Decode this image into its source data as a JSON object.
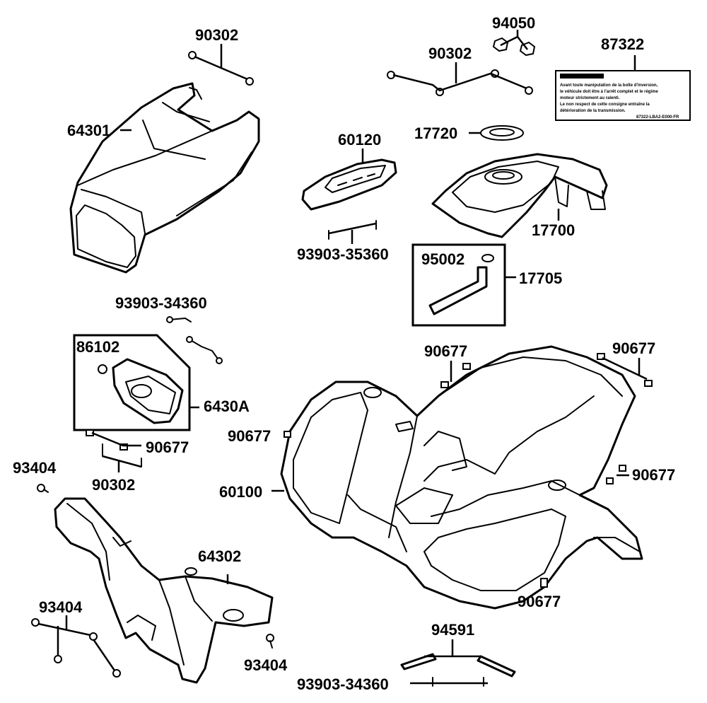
{
  "labels": {
    "p90302_top_left": "90302",
    "p64301": "64301",
    "p94050": "94050",
    "p90302_top_right": "90302",
    "p87322": "87322",
    "p17720": "17720",
    "p60120": "60120",
    "p17700": "17700",
    "p93903_35360": "93903-35360",
    "p95002": "95002",
    "p17705": "17705",
    "p93903_34360_top": "93903-34360",
    "p86102": "86102",
    "p6430A": "6430A",
    "p90677_left": "90677",
    "p90302_left": "90302",
    "p93404_top": "93404",
    "p90677_center_top": "90677",
    "p90677_right_top": "90677",
    "p90677_mid": "90677",
    "p90677_right_mid": "90677",
    "p60100": "60100",
    "p90677_bottom": "90677",
    "p64302": "64302",
    "p93404_left": "93404",
    "p93404_bottom": "93404",
    "p94591": "94591",
    "p93903_34360_bottom": "93903-34360"
  },
  "decal_text": [
    "Avant toute manipulation de la boîte d'inversion,",
    "le véhicule doit être à l'arrêt complet et le régime",
    "moteur strictement au ralenti.",
    "Le non respect de cette consigne entraîne la",
    "détérioration de la transmission."
  ],
  "decal_code": "87322-LBA2-E000-FR"
}
